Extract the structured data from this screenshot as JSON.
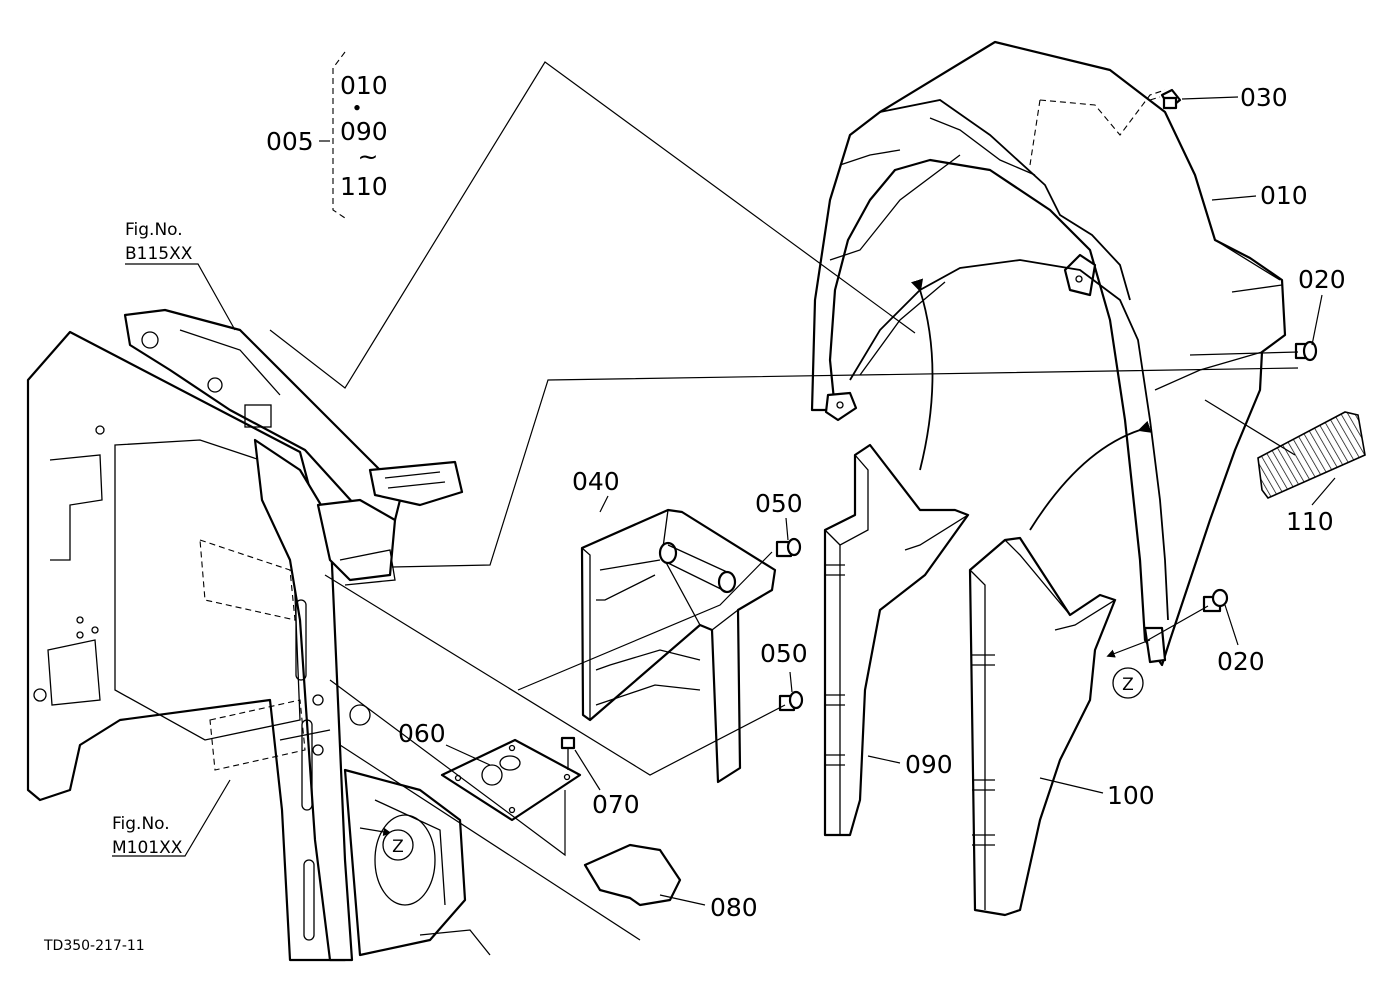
{
  "diagram": {
    "drawing_code": "TD350-217-11",
    "assembly": {
      "number": "005",
      "members": [
        "010",
        "090",
        "110"
      ],
      "separators": [
        "・",
        "~"
      ]
    },
    "figure_refs": [
      {
        "prefix": "Fig.No.",
        "code": "B115XX"
      },
      {
        "prefix": "Fig.No.",
        "code": "M101XX"
      }
    ],
    "view_markers": [
      "Z",
      "Z"
    ],
    "parts": [
      {
        "number": "010"
      },
      {
        "number": "020"
      },
      {
        "number": "020"
      },
      {
        "number": "030"
      },
      {
        "number": "040"
      },
      {
        "number": "050"
      },
      {
        "number": "050"
      },
      {
        "number": "060"
      },
      {
        "number": "070"
      },
      {
        "number": "080"
      },
      {
        "number": "090"
      },
      {
        "number": "100"
      },
      {
        "number": "110"
      }
    ]
  }
}
